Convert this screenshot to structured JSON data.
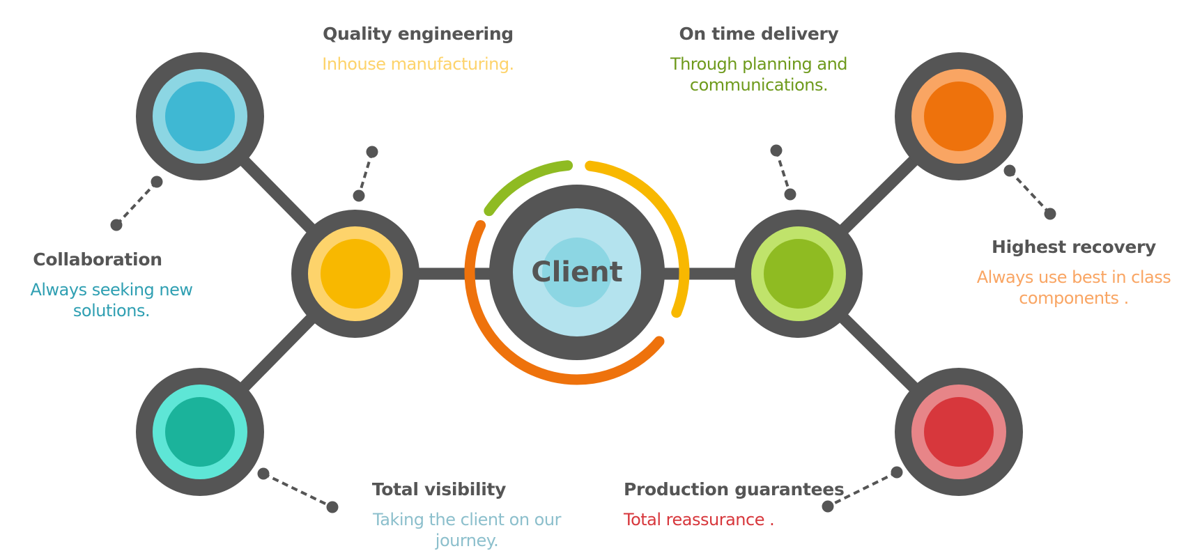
{
  "center": {
    "label": "Client",
    "colors": {
      "ring": "#555555",
      "outer": "#b4e3ee",
      "inner": "#8cd6e3"
    },
    "arc_colors": [
      "#8fbb22",
      "#f8b800",
      "#ee720c"
    ]
  },
  "frame_color": "#555555",
  "nodes": [
    {
      "id": "quality-engineering",
      "title": "Quality engineering",
      "lines": [
        "Inhouse manufacturing."
      ],
      "text_color": "#fdd36b",
      "outer": "#fdd36b",
      "inner": "#f8b800"
    },
    {
      "id": "collaboration",
      "title": "Collaboration",
      "lines": [
        "Always seeking new",
        "solutions."
      ],
      "text_color": "#2f9fb2",
      "outer": "#8cd6e3",
      "inner": "#3fb8d3"
    },
    {
      "id": "total-visibility",
      "title": "Total visibility",
      "lines": [
        "Taking the client on our",
        "journey."
      ],
      "text_color": "#8cbfcc",
      "outer": "#5ee6d6",
      "inner": "#1bb39b"
    },
    {
      "id": "on-time-delivery",
      "title": "On time delivery",
      "lines": [
        "Through planning and",
        "communications."
      ],
      "text_color": "#6e9a1c",
      "outer": "#c0e36b",
      "inner": "#8fbb22"
    },
    {
      "id": "highest-recovery",
      "title": "Highest recovery",
      "lines": [
        "Always use best in class",
        "components ."
      ],
      "text_color": "#f9a563",
      "outer": "#f9a563",
      "inner": "#ee720c"
    },
    {
      "id": "production-guarantees",
      "title": "Production guarantees",
      "lines": [
        "Total reassurance ."
      ],
      "text_color": "#d7373c",
      "outer": "#e78588",
      "inner": "#d7373c"
    }
  ]
}
